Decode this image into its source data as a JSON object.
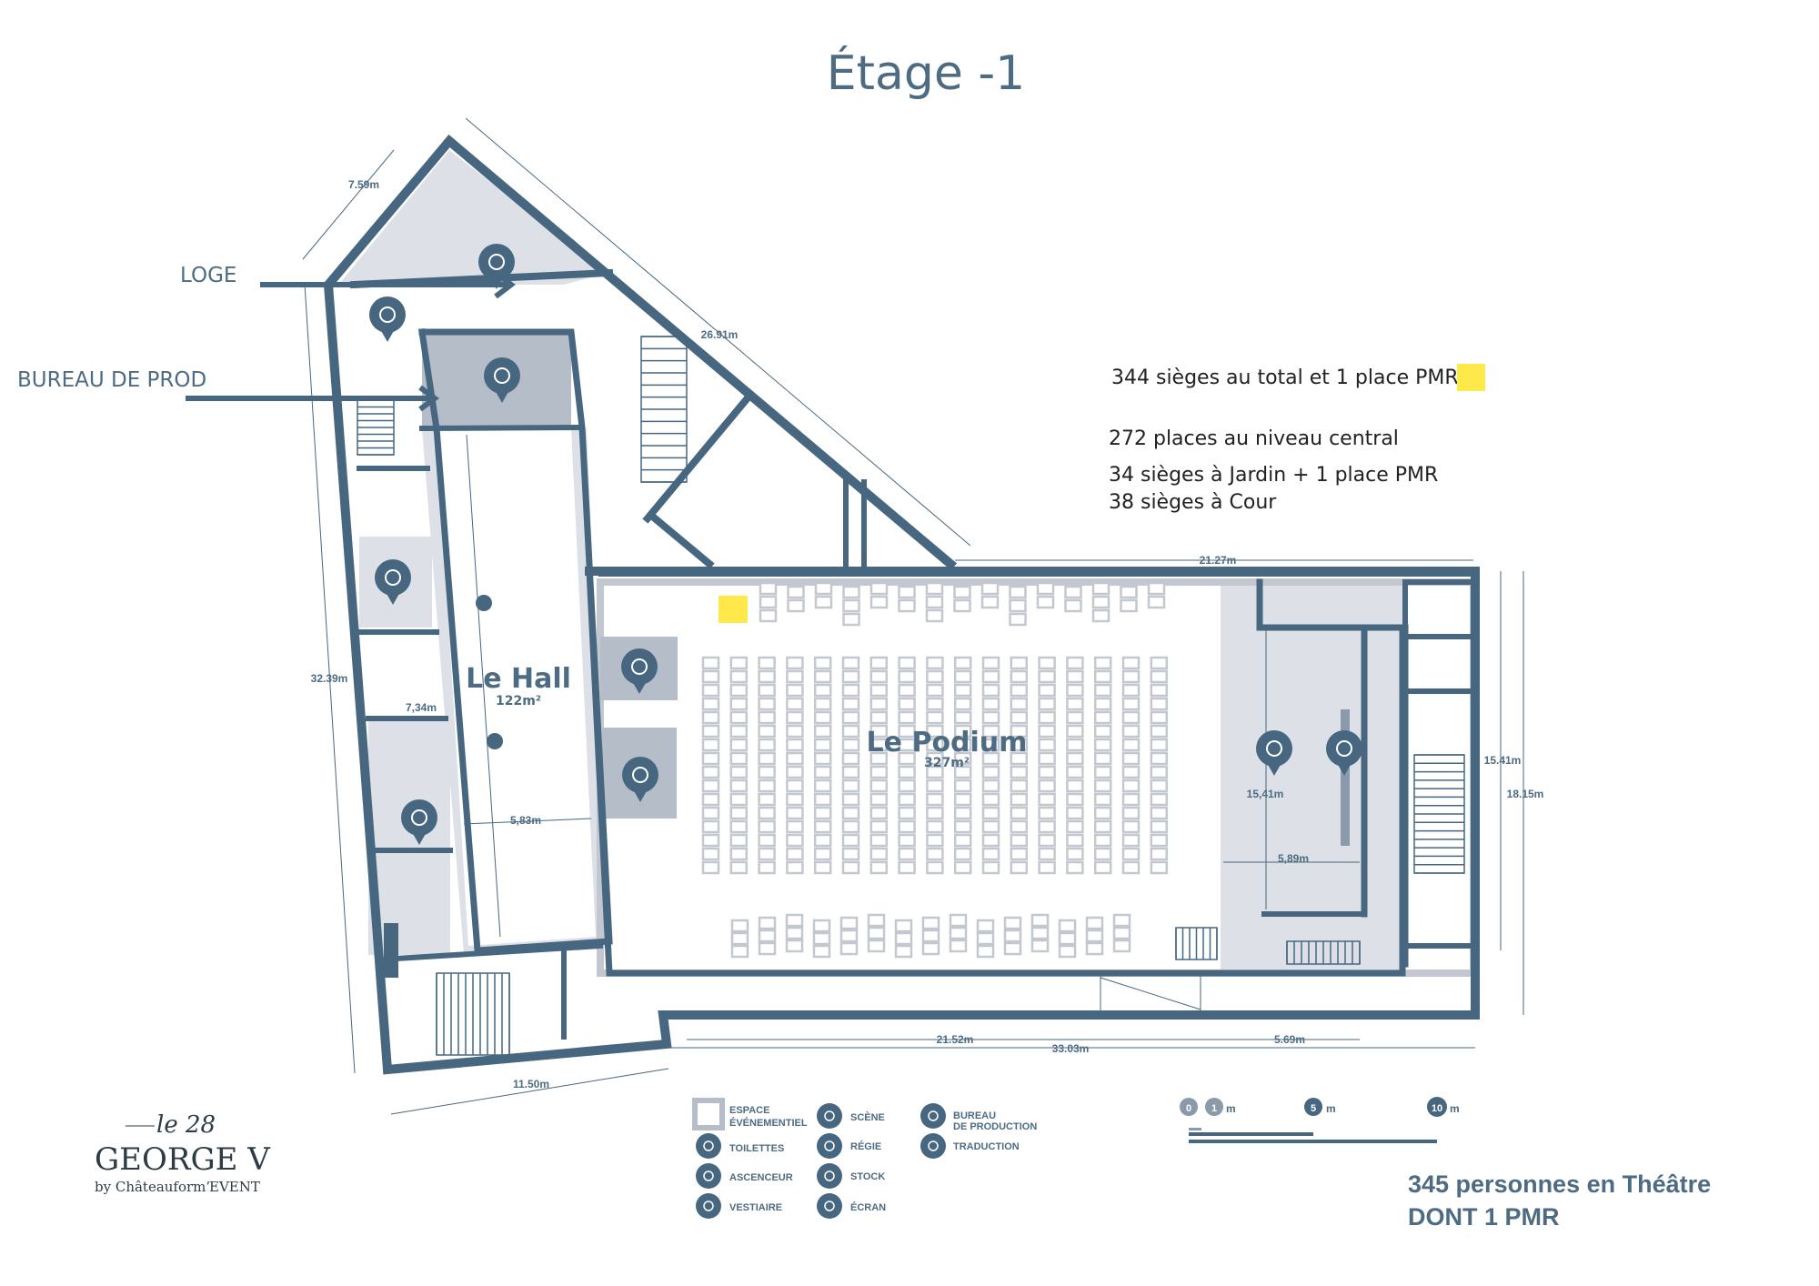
{
  "title": "Étage -1",
  "annotations": {
    "loge": "LOGE",
    "bureau_de_prod": "BUREAU DE PROD"
  },
  "info": {
    "total": "344 sièges au total et 1 place PMR",
    "central": "272 places au niveau central",
    "jardin": "34 sièges à Jardin + 1 place PMR",
    "cour": "38 sièges à Cour",
    "pmr_color": "#ffe94a"
  },
  "rooms": {
    "hall": {
      "name": "Le Hall",
      "area": "122m²"
    },
    "podium": {
      "name": "Le Podium",
      "area": "327m²"
    }
  },
  "dimensions": {
    "d1": "7.59m",
    "d2": "26.91m",
    "d3": "21.27m",
    "d4": "32.39m",
    "d5": "7,34m",
    "d6": "5,83m",
    "d7": "11.50m",
    "d8": "21.52m",
    "d9": "33.03m",
    "d10": "5.69m",
    "d11": "15,41m",
    "d12": "5,89m",
    "d13": "15.41m",
    "d14": "18.15m"
  },
  "legend": {
    "espace_1": "ESPACE",
    "espace_2": "ÉVÉNEMENTIEL",
    "toilettes": "TOILETTES",
    "ascenseur": "ASCENCEUR",
    "vestiaire": "VESTIAIRE",
    "scene": "SCÈNE",
    "regie": "RÉGIE",
    "stock": "STOCK",
    "ecran": "ÉCRAN",
    "bureau_1": "BUREAU",
    "bureau_2": "DE PRODUCTION",
    "traduction": "TRADUCTION"
  },
  "scale": {
    "s0": "0",
    "s1": "1",
    "s5": "5",
    "s10": "10",
    "unit": "m"
  },
  "summary": {
    "line1": "345 personnes en Théâtre",
    "line2": "DONT 1 PMR"
  },
  "logo": {
    "script": "le 28",
    "name": "GEORGE V",
    "by": "by Châteauform’",
    "event": "EVENT"
  },
  "colors": {
    "wall": "#476780",
    "space": "#dde1e7",
    "dark_space": "#b5bdc9",
    "seat": "#c3c8d0"
  }
}
